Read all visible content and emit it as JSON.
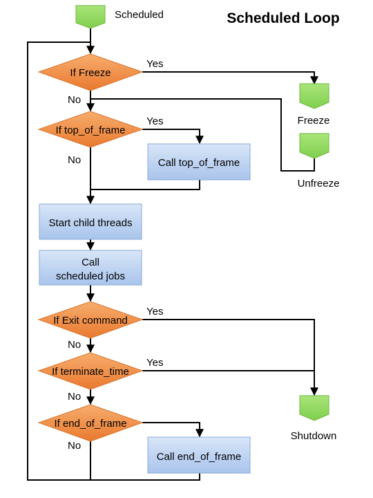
{
  "title": "Scheduled Loop",
  "nodes": {
    "scheduled": "Scheduled",
    "if_freeze": "If Freeze",
    "freeze": "Freeze",
    "unfreeze": "Unfreeze",
    "if_top_of_frame": "If top_of_frame",
    "call_top_of_frame": "Call top_of_frame",
    "start_child_threads": "Start child threads",
    "call_scheduled_jobs_line1": "Call",
    "call_scheduled_jobs_line2": "scheduled jobs",
    "if_exit_command": "If Exit command",
    "if_terminate_time": "If terminate_time",
    "if_end_of_frame": "If end_of_frame",
    "call_end_of_frame": "Call end_of_frame",
    "shutdown": "Shutdown"
  },
  "edge_labels": {
    "yes": "Yes",
    "no": "No"
  },
  "colors": {
    "terminal_fill": "#8fd95c",
    "terminal_stroke": "#6fb640",
    "decision_fill": "#f0904a",
    "decision_stroke": "#d8762e",
    "process_fill": "#bcd3f2",
    "process_stroke": "#8aaad6",
    "line": "#000000"
  }
}
